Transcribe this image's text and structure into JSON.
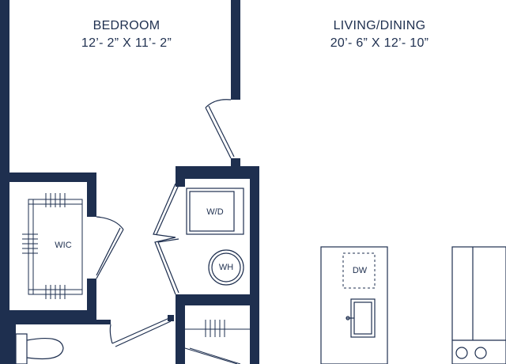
{
  "rooms": {
    "bedroom": {
      "name": "BEDROOM",
      "dimensions": "12’- 2” X 11’- 2”"
    },
    "living_dining": {
      "name": "LIVING/DINING",
      "dimensions": "20’- 6” X 12’- 10”"
    }
  },
  "fixtures": {
    "walk_in_closet": "WIC",
    "washer_dryer": "W/D",
    "water_heater": "WH",
    "dishwasher": "DW"
  },
  "colors": {
    "wall": "#1e2f4f",
    "line": "#1e2f4f",
    "background": "#ffffff"
  }
}
